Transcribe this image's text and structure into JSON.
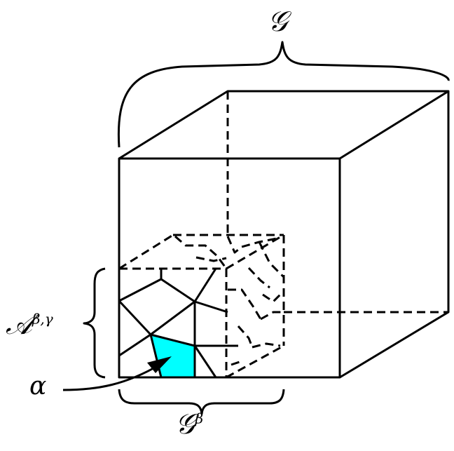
{
  "labels": {
    "global": "𝒢",
    "subset_main": "𝒜",
    "subset_sup": "β,γ",
    "grain": "α",
    "block_main": "𝒢",
    "block_sup": "β"
  },
  "colors": {
    "grain_fill": "#00ffff",
    "stroke": "#000000"
  }
}
